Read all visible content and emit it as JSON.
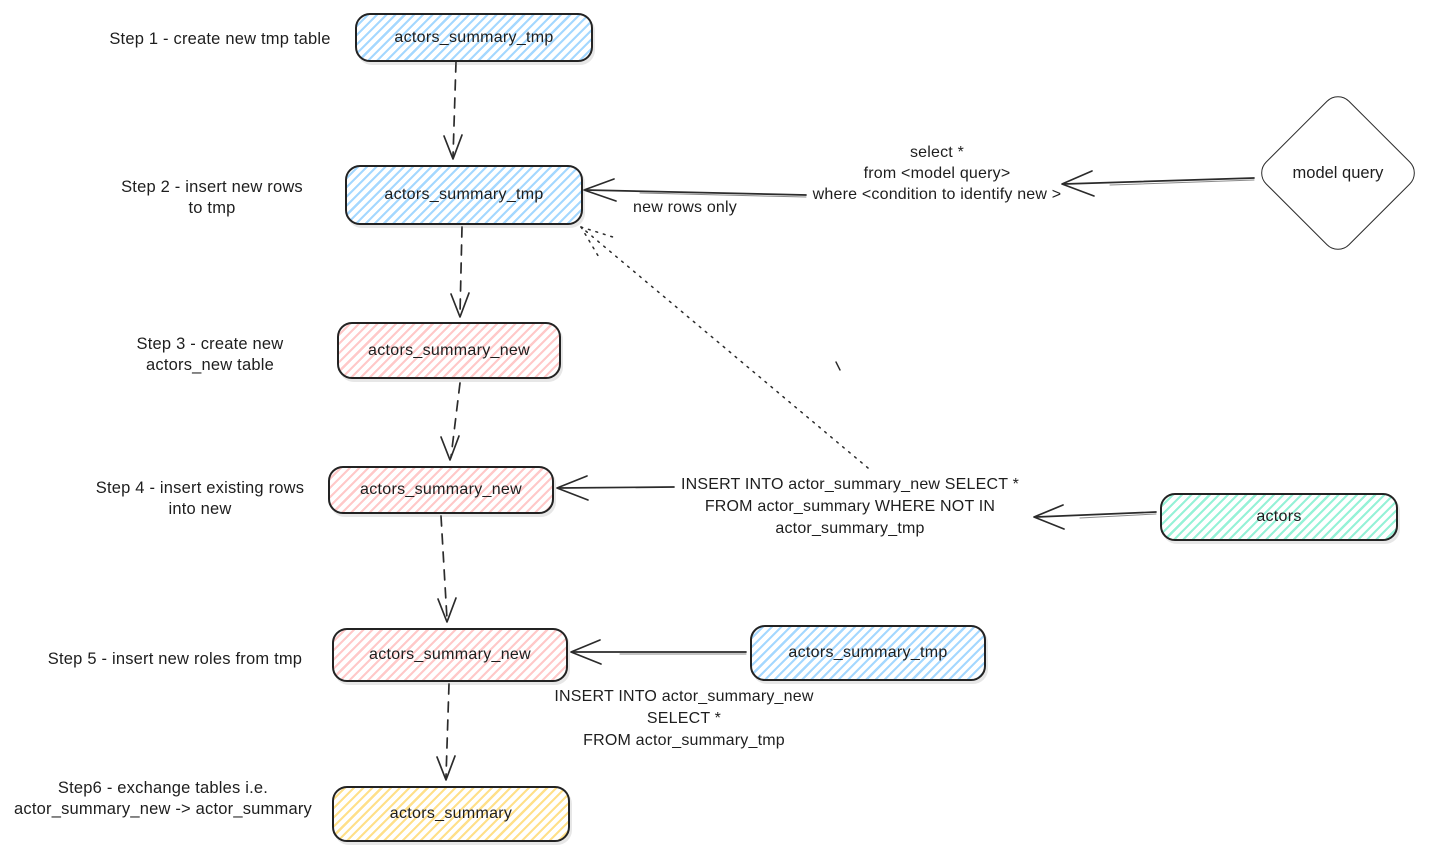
{
  "colors": {
    "ink": "#1e1e1e",
    "blue_hatch": "#a5d8ff",
    "pink_hatch": "#ffc9c9",
    "teal_hatch": "#96f2d7",
    "yellow_hatch": "#ffe08a"
  },
  "steps": [
    {
      "label_lines": [
        "Step 1 - create new tmp table"
      ],
      "node_label": "actors_summary_tmp",
      "fill": "blue"
    },
    {
      "label_lines": [
        "Step 2 - insert new rows",
        "to tmp"
      ],
      "node_label": "actors_summary_tmp",
      "fill": "blue"
    },
    {
      "label_lines": [
        "Step 3 - create new",
        "actors_new table"
      ],
      "node_label": "actors_summary_new",
      "fill": "pink"
    },
    {
      "label_lines": [
        "Step 4 - insert existing rows",
        "into new"
      ],
      "node_label": "actors_summary_new",
      "fill": "pink"
    },
    {
      "label_lines": [
        "Step 5 - insert new roles from tmp"
      ],
      "node_label": "actors_summary_new",
      "fill": "pink"
    },
    {
      "label_lines": [
        "Step6 - exchange tables i.e.",
        "actor_summary_new -> actor_summary"
      ],
      "node_label": "actors_summary",
      "fill": "yellow"
    }
  ],
  "side_nodes": {
    "model_query": {
      "label": "model query",
      "shape": "diamond"
    },
    "actors": {
      "label": "actors",
      "fill": "teal"
    },
    "tmp_source": {
      "label": "actors_summary_tmp",
      "fill": "blue"
    }
  },
  "annotations": {
    "select_query_lines": [
      "select *",
      "from <model query>",
      "where <condition to identify new >"
    ],
    "new_rows_only": "new rows only",
    "insert_existing_lines": [
      "INSERT INTO actor_summary_new SELECT *",
      "FROM actor_summary WHERE NOT IN",
      "actor_summary_tmp"
    ],
    "insert_from_tmp_lines": [
      "INSERT INTO actor_summary_new",
      "SELECT *",
      "FROM actor_summary_tmp"
    ]
  }
}
